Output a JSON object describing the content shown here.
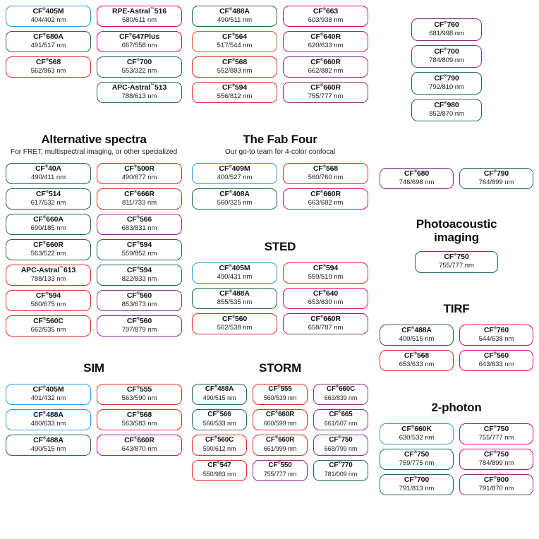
{
  "sections": {
    "top_left": {
      "cards": [
        {
          "name": "CF",
          "sup": "®",
          "num": "405M",
          "spec": "404/402 nm",
          "color": "blue"
        },
        {
          "name": "RPE-Astral",
          "sup": "™",
          "num": "516",
          "spec": "580/611 nm",
          "color": "pink"
        },
        {
          "name": "CF",
          "sup": "®",
          "num": "680A",
          "spec": "491/517 nm",
          "color": "green"
        },
        {
          "name": "CF",
          "sup": "®",
          "num": "647Plus",
          "spec": "667/558 nm",
          "color": "pink"
        },
        {
          "name": "CF",
          "sup": "®",
          "num": "568",
          "spec": "562/963 nm",
          "color": "red"
        },
        {
          "name": "CF",
          "sup": "®",
          "num": "700",
          "spec": "553/322 nm",
          "color": "teal"
        },
        {
          "name": "",
          "sup": "",
          "num": "",
          "spec": "",
          "color": "none"
        },
        {
          "name": "APC-Astral",
          "sup": "™",
          "num": "513",
          "spec": "788/613 nm",
          "color": "teal"
        }
      ]
    },
    "top_mid": {
      "cards": [
        {
          "name": "CF",
          "sup": "®",
          "num": "488A",
          "spec": "490/511 nm",
          "color": "green"
        },
        {
          "name": "CF",
          "sup": "®",
          "num": "663",
          "spec": "603/938 nm",
          "color": "pink"
        },
        {
          "name": "CF",
          "sup": "®",
          "num": "564",
          "spec": "517/544 nm",
          "color": "orange"
        },
        {
          "name": "CF",
          "sup": "®",
          "num": "640R",
          "spec": "620/633 nm",
          "color": "pink"
        },
        {
          "name": "CF",
          "sup": "®",
          "num": "568",
          "spec": "552/883 nm",
          "color": "red"
        },
        {
          "name": "CF",
          "sup": "®",
          "num": "660R",
          "spec": "662/882 nm",
          "color": "purple"
        },
        {
          "name": "CF",
          "sup": "®",
          "num": "594",
          "spec": "556/812 nm",
          "color": "red"
        },
        {
          "name": "CF",
          "sup": "®",
          "num": "660R",
          "spec": "755/777 nm",
          "color": "purple"
        }
      ]
    },
    "top_right": {
      "cards": [
        {
          "name": "CF",
          "sup": "®",
          "num": "760",
          "spec": "681/998 nm",
          "color": "purple"
        },
        {
          "name": "CF",
          "sup": "®",
          "num": "700",
          "spec": "784/809 nm",
          "color": "plum"
        },
        {
          "name": "CF",
          "sup": "®",
          "num": "790",
          "spec": "792/810 nm",
          "color": "teal"
        },
        {
          "name": "CF",
          "sup": "®",
          "num": "980",
          "spec": "852/870 nm",
          "color": "teal"
        }
      ]
    },
    "alternative_spectra": {
      "title": "Alternative spectra",
      "subtitle": "For FRET, multispectral imaging, or other specialized",
      "cards": [
        {
          "name": "CF",
          "sup": "®",
          "num": "40A",
          "spec": "490/411 nm",
          "color": "green"
        },
        {
          "name": "CF",
          "sup": "®",
          "num": "500R",
          "spec": "490/677 nm",
          "color": "red"
        },
        {
          "name": "CF",
          "sup": "®",
          "num": "514",
          "spec": "617/532 nm",
          "color": "green"
        },
        {
          "name": "CF",
          "sup": "®",
          "num": "666R",
          "spec": "811/733 nm",
          "color": "red"
        },
        {
          "name": "CF",
          "sup": "®",
          "num": "660A",
          "spec": "690/185 nm",
          "color": "green"
        },
        {
          "name": "CF",
          "sup": "®",
          "num": "566",
          "spec": "683/831 nm",
          "color": "purple"
        },
        {
          "name": "CF",
          "sup": "®",
          "num": "660R",
          "spec": "563/522 nm",
          "color": "green"
        },
        {
          "name": "CF",
          "sup": "®",
          "num": "594",
          "spec": "559/852 nm",
          "color": "teal"
        },
        {
          "name": "APC-Astral",
          "sup": "™",
          "num": "613",
          "spec": "788/133 nm",
          "color": "red"
        },
        {
          "name": "CF",
          "sup": "®",
          "num": "594",
          "spec": "822/833 nm",
          "color": "teal"
        },
        {
          "name": "CF",
          "sup": "®",
          "num": "594",
          "spec": "560/675 nm",
          "color": "red"
        },
        {
          "name": "CF",
          "sup": "®",
          "num": "560",
          "spec": "853/673 nm",
          "color": "purple"
        },
        {
          "name": "CF",
          "sup": "®",
          "num": "560C",
          "spec": "662/635 nm",
          "color": "red"
        },
        {
          "name": "CF",
          "sup": "®",
          "num": "560",
          "spec": "797/879 nm",
          "color": "purple"
        }
      ]
    },
    "fab_four": {
      "title": "The Fab Four",
      "subtitle": "Our go-to team for 4-color confocal",
      "cards": [
        {
          "name": "CF",
          "sup": "®",
          "num": "409M",
          "spec": "400/527 nm",
          "color": "blue"
        },
        {
          "name": "CF",
          "sup": "®",
          "num": "568",
          "spec": "560/760 nm",
          "color": "red"
        },
        {
          "name": "CF",
          "sup": "®",
          "num": "408A",
          "spec": "560/325 nm",
          "color": "green"
        },
        {
          "name": "CF",
          "sup": "®",
          "num": "660R",
          "spec": "663/682 nm",
          "color": "pink"
        }
      ]
    },
    "sted": {
      "title": "STED",
      "cards": [
        {
          "name": "CF",
          "sup": "®",
          "num": "405M",
          "spec": "490/431 nm",
          "color": "blue"
        },
        {
          "name": "CF",
          "sup": "®",
          "num": "594",
          "spec": "559/519 nm",
          "color": "red"
        },
        {
          "name": "CF",
          "sup": "®",
          "num": "488A",
          "spec": "855/535 nm",
          "color": "green"
        },
        {
          "name": "CF",
          "sup": "®",
          "num": "640",
          "spec": "653/630 nm",
          "color": "pink"
        },
        {
          "name": "CF",
          "sup": "®",
          "num": "560",
          "spec": "562/538 nm",
          "color": "red"
        },
        {
          "name": "CF",
          "sup": "®",
          "num": "660R",
          "spec": "658/787 nm",
          "color": "purple"
        }
      ]
    },
    "right_pair": {
      "cards": [
        {
          "name": "CF",
          "sup": "®",
          "num": "680",
          "spec": "746/698 nm",
          "color": "purple"
        },
        {
          "name": "CF",
          "sup": "®",
          "num": "790",
          "spec": "764/899 nm",
          "color": "teal"
        }
      ]
    },
    "photoacoustic": {
      "title_line1": "Photoacoustic",
      "title_line2": "imaging",
      "cards": [
        {
          "name": "CF",
          "sup": "®",
          "num": "750",
          "spec": "755/777 nm",
          "color": "teal"
        }
      ]
    },
    "tirf": {
      "title": "TIRF",
      "cards": [
        {
          "name": "CF",
          "sup": "®",
          "num": "488A",
          "spec": "400/515 nm",
          "color": "green"
        },
        {
          "name": "CF",
          "sup": "®",
          "num": "760",
          "spec": "544/638 nm",
          "color": "pink"
        },
        {
          "name": "CF",
          "sup": "®",
          "num": "568",
          "spec": "653/633 nm",
          "color": "red"
        },
        {
          "name": "CF",
          "sup": "®",
          "num": "560",
          "spec": "643/633 nm",
          "color": "pink"
        }
      ]
    },
    "sim": {
      "title": "SIM",
      "cards": [
        {
          "name": "CF",
          "sup": "®",
          "num": "405M",
          "spec": "401/432 nm",
          "color": "blue"
        },
        {
          "name": "CF",
          "sup": "®",
          "num": "555",
          "spec": "563/590 nm",
          "color": "red"
        },
        {
          "name": "CF",
          "sup": "®",
          "num": "488A",
          "spec": "480/633 nm",
          "color": "blue"
        },
        {
          "name": "CF",
          "sup": "®",
          "num": "568",
          "spec": "563/583 nm",
          "color": "red"
        },
        {
          "name": "CF",
          "sup": "®",
          "num": "488A",
          "spec": "490/515 nm",
          "color": "green"
        },
        {
          "name": "CF",
          "sup": "®",
          "num": "660R",
          "spec": "643/870 nm",
          "color": "pink"
        }
      ]
    },
    "storm": {
      "title": "STORM",
      "cards": [
        {
          "name": "CF",
          "sup": "®",
          "num": "488A",
          "spec": "490/515 nm",
          "color": "green"
        },
        {
          "name": "CF",
          "sup": "®",
          "num": "555",
          "spec": "560/539 nm",
          "color": "red"
        },
        {
          "name": "CF",
          "sup": "®",
          "num": "660C",
          "spec": "663/839 nm",
          "color": "purple"
        },
        {
          "name": "CF",
          "sup": "®",
          "num": "566",
          "spec": "566/533 nm",
          "color": "teal"
        },
        {
          "name": "CF",
          "sup": "®",
          "num": "660R",
          "spec": "660/599 nm",
          "color": "red"
        },
        {
          "name": "CF",
          "sup": "®",
          "num": "665",
          "spec": "661/507 nm",
          "color": "purple"
        },
        {
          "name": "CF",
          "sup": "®",
          "num": "560C",
          "spec": "590/612 nm",
          "color": "red"
        },
        {
          "name": "CF",
          "sup": "®",
          "num": "660R",
          "spec": "661/999 nm",
          "color": "red"
        },
        {
          "name": "CF",
          "sup": "®",
          "num": "750",
          "spec": "668/799 nm",
          "color": "purple"
        },
        {
          "name": "CF",
          "sup": "®",
          "num": "547",
          "spec": "550/983 nm",
          "color": "red"
        },
        {
          "name": "CF",
          "sup": "®",
          "num": "550",
          "spec": "755/777 nm",
          "color": "purple"
        },
        {
          "name": "CF",
          "sup": "®",
          "num": "770",
          "spec": "781/009 nm",
          "color": "teal"
        }
      ]
    },
    "two_photon": {
      "title": "2-photon",
      "cards": [
        {
          "name": "CF",
          "sup": "®",
          "num": "660K",
          "spec": "630/532 nm",
          "color": "blue"
        },
        {
          "name": "CF",
          "sup": "®",
          "num": "750",
          "spec": "755/777 nm",
          "color": "pink"
        },
        {
          "name": "CF",
          "sup": "®",
          "num": "750",
          "spec": "759/775 nm",
          "color": "teal"
        },
        {
          "name": "CF",
          "sup": "®",
          "num": "750",
          "spec": "784/899 nm",
          "color": "pink"
        },
        {
          "name": "CF",
          "sup": "®",
          "num": "700",
          "spec": "791/813 nm",
          "color": "teal"
        },
        {
          "name": "CF",
          "sup": "®",
          "num": "900",
          "spec": "791/870 nm",
          "color": "purple"
        }
      ]
    }
  },
  "palette": {
    "blue": "#2e9bd8",
    "green": "#1d6b42",
    "red": "#e12b22",
    "pink": "#e5007d",
    "purple": "#8c2c8c",
    "teal": "#1d6767",
    "orange": "#e8512a",
    "plum": "#a02a6e"
  }
}
